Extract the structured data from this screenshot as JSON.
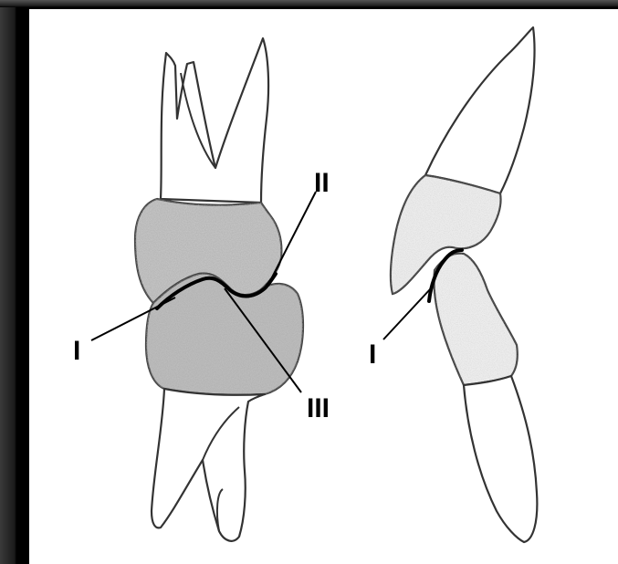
{
  "labels": {
    "left_contact_I": "I",
    "left_contact_II": "II",
    "left_contact_III": "III",
    "right_contact_I": "I"
  },
  "colors": {
    "background": "#000000",
    "panel": "#ffffff",
    "outline": "#333333",
    "crown_shading_dark": "#7d7d7d",
    "crown_shading_light": "#d8d8d8",
    "contact_line": "#000000"
  }
}
